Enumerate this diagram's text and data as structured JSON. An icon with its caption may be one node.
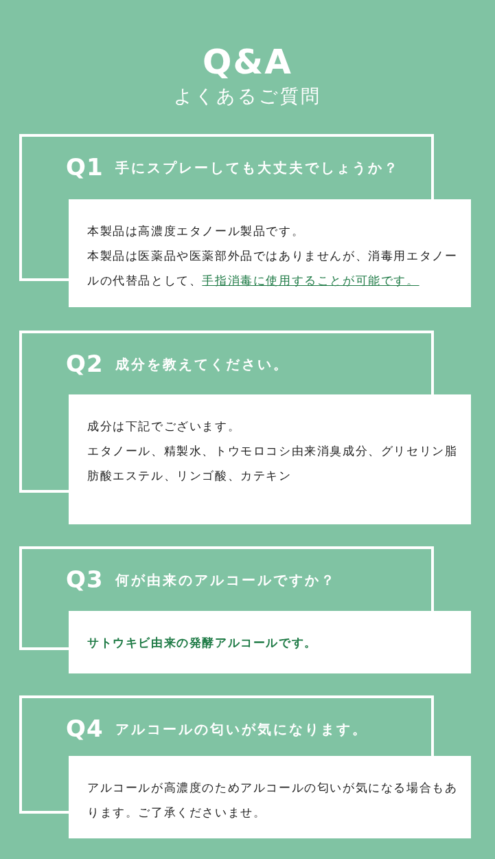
{
  "diagram": {
    "title": "Q&A",
    "nodes": [
      {
        "text": [
          "Q1",
          "手にスプレーしても大丈夫でしょうか？"
        ]
      },
      {
        "text": [
          "本製品は高濃度エタノール製品です。",
          "本製品は医薬品や医薬部外品ではありませんが、消毒用エタノールの代替品として、",
          "手指消毒に使用することが可能です。"
        ]
      },
      {
        "text": [
          "Q2",
          "成分を教えてください。"
        ]
      },
      {
        "text": [
          "成分は下記でございます。",
          "エタノール、精製水、トウモロコシ由来消臭成分、グリセリン脂肪酸エステル、リンゴ酸、カテキン"
        ]
      },
      {
        "text": [
          "Q3",
          "何が由来のアルコールですか？"
        ]
      },
      {
        "text": [
          "サトウキビ由来の発酵アルコールです。"
        ]
      },
      {
        "text": [
          "Q4",
          "アルコールの匂いが気になります。"
        ]
      },
      {
        "text": [
          "アルコールが高濃度のためアルコールの匂いが気になる場合もあります。ご了承くださいませ。"
        ]
      }
    ],
    "edges": [],
    "labels": [
      "よくあるご質問"
    ]
  }
}
